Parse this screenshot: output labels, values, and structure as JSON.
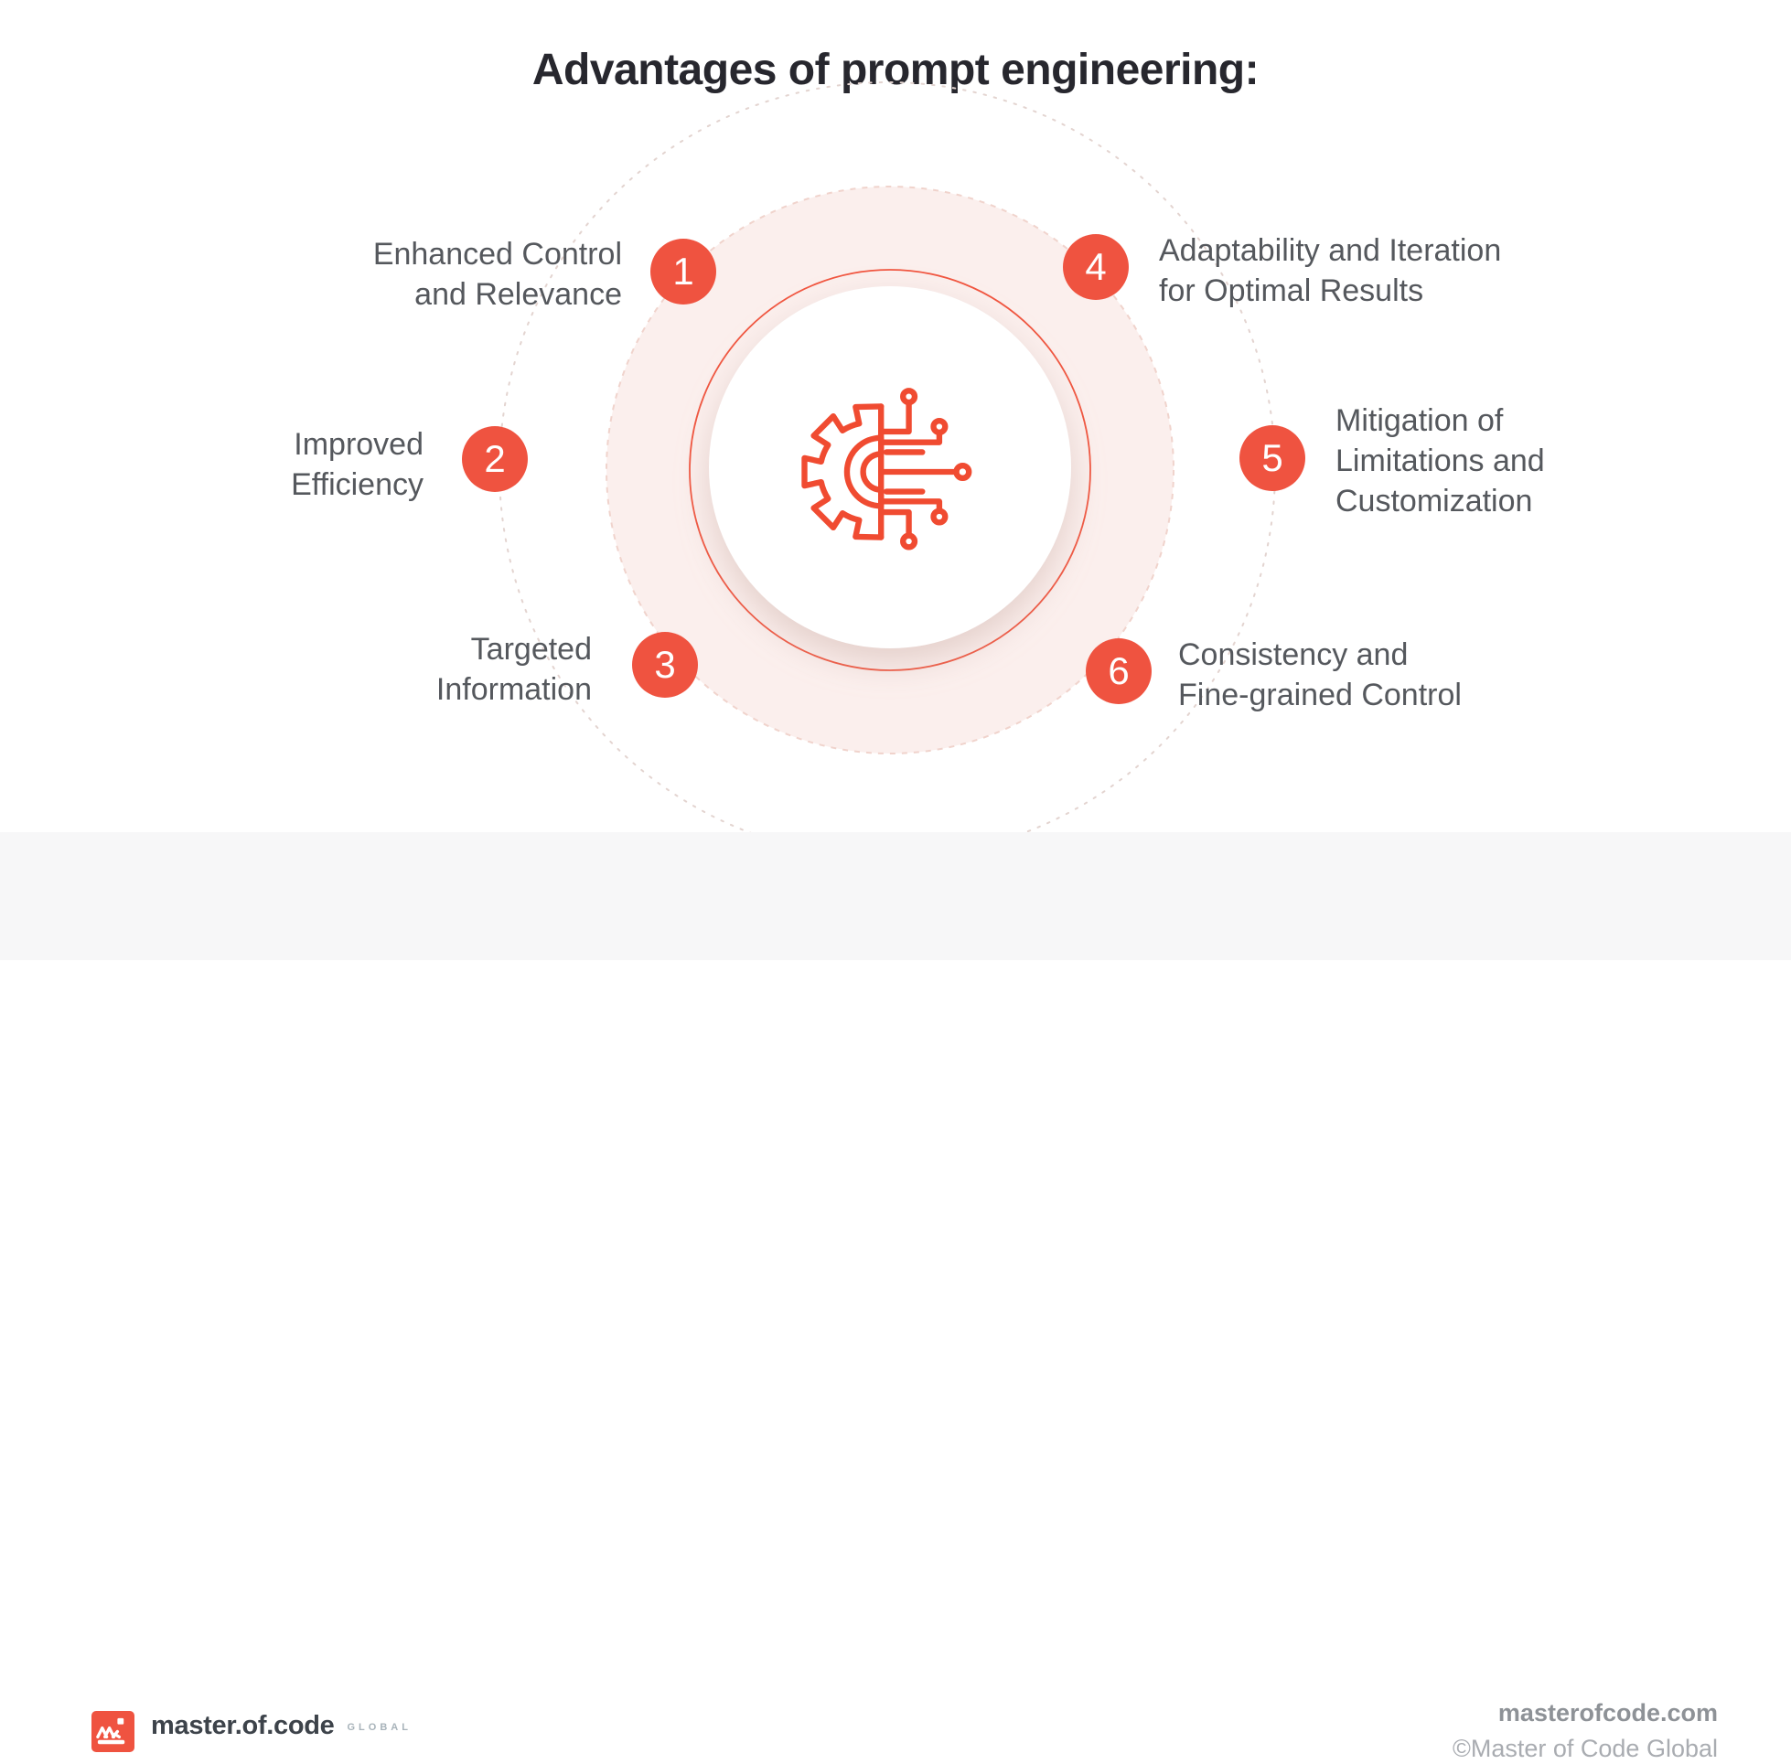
{
  "title": "Advantages of prompt engineering:",
  "center": {
    "icon": "gear-circuit-icon"
  },
  "items": [
    {
      "number": "1",
      "lines": [
        "Enhanced Control",
        "and Relevance"
      ]
    },
    {
      "number": "2",
      "lines": [
        "Improved",
        "Efficiency"
      ]
    },
    {
      "number": "3",
      "lines": [
        "Targeted",
        "Information"
      ]
    },
    {
      "number": "4",
      "lines": [
        "Adaptability and Iteration",
        "for Optimal Results"
      ]
    },
    {
      "number": "5",
      "lines": [
        "Mitigation of",
        "Limitations and",
        "Customization"
      ]
    },
    {
      "number": "6",
      "lines": [
        "Consistency and",
        "Fine-grained Control"
      ]
    }
  ],
  "footer": {
    "logo": {
      "icon": "crown-icon",
      "wordmark": "master.of.code",
      "suffix": "GLOBAL"
    },
    "website": "masterofcode.com",
    "copyright": "©Master of Code Global"
  },
  "colors": {
    "accent": "#EF5340",
    "icon_stroke": "#F04B31",
    "pink_fill": "#FBEFED",
    "pink_dash": "#F0D3CC",
    "ring": "#F0553F",
    "outer_dot": "#E3D4D0",
    "title": "#27272E",
    "body_text": "#55585D",
    "footer_bg": "#F7F7F8",
    "logo_text": "#3D434A",
    "logo_suffix": "#A8B3BA",
    "site_text": "#8E9297",
    "copyright_text": "#A9ACB1"
  }
}
